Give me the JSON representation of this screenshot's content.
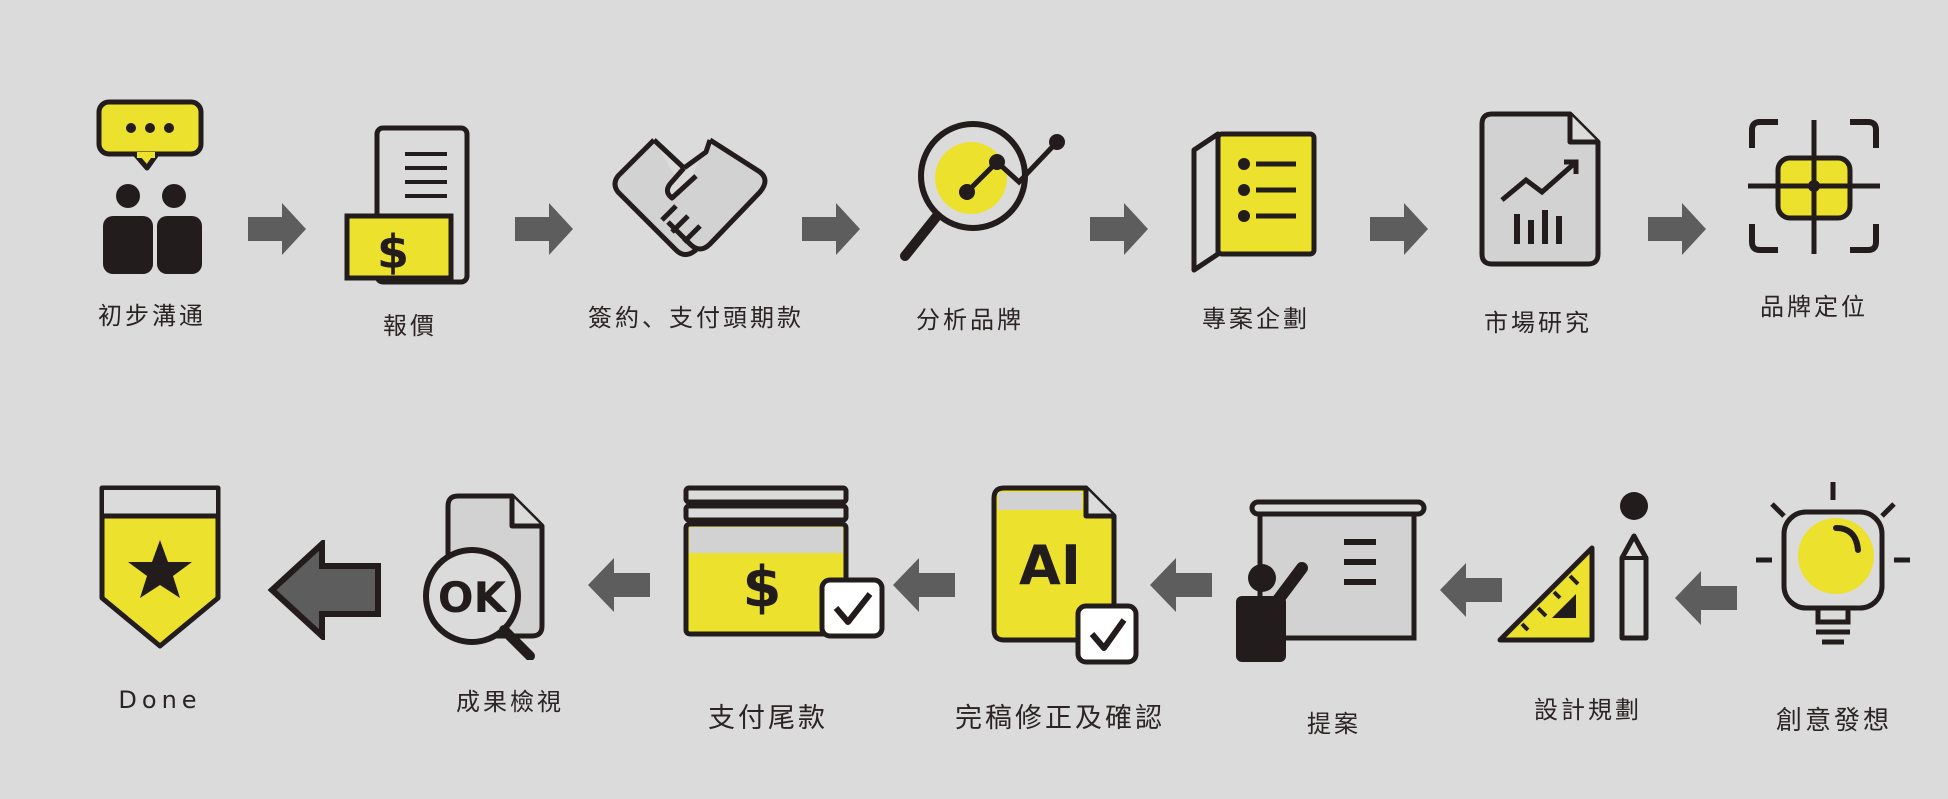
{
  "colors": {
    "background": "#dbdbdb",
    "accent": "#ece12c",
    "ink": "#231c1c",
    "arrow": "#5d5d5d",
    "panel": "#d2d2d2"
  },
  "steps": {
    "s1": {
      "label": "初步溝通",
      "icon": "chat-people-icon"
    },
    "s2": {
      "label": "報價",
      "icon": "quote-document-icon"
    },
    "s3": {
      "label": "簽約、支付頭期款",
      "icon": "handshake-icon"
    },
    "s4": {
      "label": "分析品牌",
      "icon": "magnifier-analytics-icon"
    },
    "s5": {
      "label": "專案企劃",
      "icon": "planning-book-icon"
    },
    "s6": {
      "label": "市場研究",
      "icon": "market-chart-icon"
    },
    "s7": {
      "label": "品牌定位",
      "icon": "target-crosshair-icon"
    },
    "s8": {
      "label": "創意發想",
      "icon": "lightbulb-icon"
    },
    "s9": {
      "label": "設計規劃",
      "icon": "ruler-pencil-icon"
    },
    "s10": {
      "label": "提案",
      "icon": "presentation-board-icon"
    },
    "s11": {
      "label": "完稿修正及確認",
      "icon": "ai-file-check-icon"
    },
    "s12": {
      "label": "支付尾款",
      "icon": "payment-check-icon"
    },
    "s13": {
      "label": "成果檢視",
      "icon": "ok-review-icon"
    },
    "s14": {
      "label": "Done",
      "icon": "star-badge-icon"
    }
  }
}
